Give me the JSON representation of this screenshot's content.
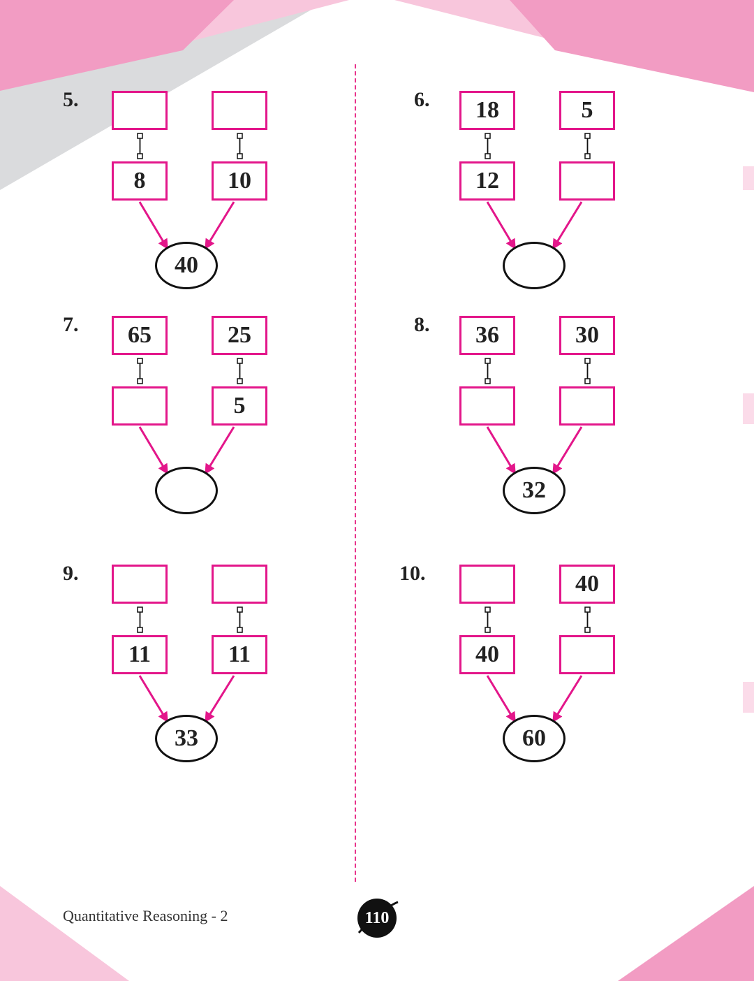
{
  "footer": {
    "title": "Quantitative Reasoning - 2",
    "page_number": "110"
  },
  "colors": {
    "accent": "#e3168a",
    "pink_light": "#f8c6dc",
    "pink_mid": "#f29cc3",
    "grey": "#dadbdd"
  },
  "questions": [
    {
      "number": "5.",
      "top_left": "",
      "top_right": "",
      "bottom_left": "8",
      "bottom_right": "10",
      "result": "40"
    },
    {
      "number": "6.",
      "top_left": "18",
      "top_right": "5",
      "bottom_left": "12",
      "bottom_right": "",
      "result": ""
    },
    {
      "number": "7.",
      "top_left": "65",
      "top_right": "25",
      "bottom_left": "",
      "bottom_right": "5",
      "result": ""
    },
    {
      "number": "8.",
      "top_left": "36",
      "top_right": "30",
      "bottom_left": "",
      "bottom_right": "",
      "result": "32"
    },
    {
      "number": "9.",
      "top_left": "",
      "top_right": "",
      "bottom_left": "11",
      "bottom_right": "11",
      "result": "33"
    },
    {
      "number": "10.",
      "top_left": "",
      "top_right": "40",
      "bottom_left": "40",
      "bottom_right": "",
      "result": "60"
    }
  ]
}
